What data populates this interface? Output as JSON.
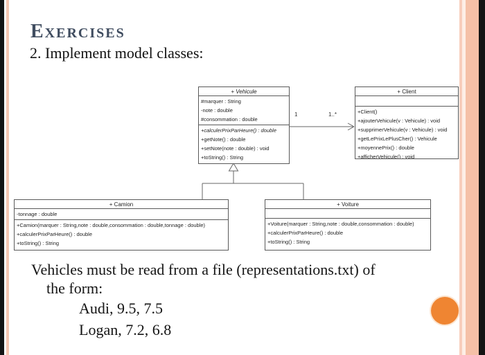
{
  "page": {
    "title": "Exercises",
    "subtitle": "2. Implement model classes:"
  },
  "diagram": {
    "classes": [
      {
        "name": "+ Vehicule",
        "attributes": [
          "#marquer : String",
          "-note : double",
          "#consommation : double"
        ],
        "methods": [
          {
            "text": "+calculerPrixParHeure() : double",
            "italic": true
          },
          {
            "text": "+getNote() : double"
          },
          {
            "text": "+setNote(note : double) : void"
          },
          {
            "text": "+toString() : String"
          }
        ]
      },
      {
        "name": "+ Client",
        "attributes": [],
        "methods": [
          {
            "text": "+Client()"
          },
          {
            "text": "+ajouterVehicule(v : Vehicule) : void"
          },
          {
            "text": "+supprimerVehicule(v : Vehicule) : void"
          },
          {
            "text": "+getLePrixLePlusCher() : Vehicule"
          },
          {
            "text": "+moyennePrix() : double"
          },
          {
            "text": "+afficherVehicule() : void"
          }
        ]
      },
      {
        "name": "+ Camion",
        "attributes": [
          "-tonnage : double"
        ],
        "methods": [
          {
            "text": "+Camion(marquer : String,note : double,consommation : double,tonnage : double)"
          },
          {
            "text": "+calculerPrixParHeure() : double"
          },
          {
            "text": "+toString() : String"
          }
        ]
      },
      {
        "name": "+ Voiture",
        "attributes": [],
        "methods": [
          {
            "text": "+Voiture(marquer : String,note : double,consommation : double)"
          },
          {
            "text": "+calculerPrixParHeure() : double"
          },
          {
            "text": "+toString() : String"
          }
        ]
      }
    ],
    "association": {
      "left_multiplicity": "1",
      "right_multiplicity": "1..*"
    }
  },
  "body": {
    "line1": "Vehicles must be read from a file (representations.txt) of",
    "line2": "the form:",
    "file_lines": [
      "Audi, 9.5, 7.5",
      "Logan, 7.2, 6.8"
    ]
  },
  "colors": {
    "accent_orange": "#ef8532",
    "stripe_salmon": "#f5c0a7",
    "title_color": "#3f4c5f"
  }
}
